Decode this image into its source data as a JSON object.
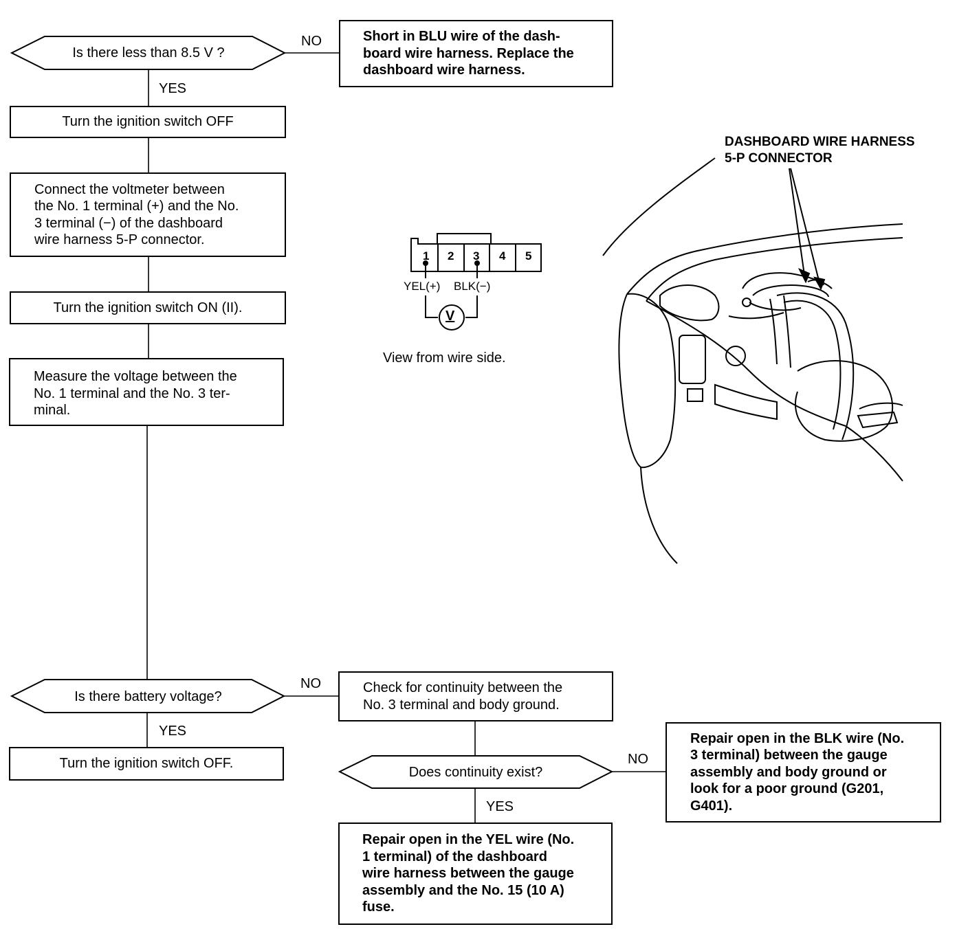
{
  "flowchart": {
    "q1": {
      "text": "Is there less than 8.5 V ?",
      "no_label": "NO",
      "yes_label": "YES"
    },
    "r1": {
      "text": "Short in BLU wire of the dash-\nboard wire harness. Replace the\ndashboard wire harness."
    },
    "s1": {
      "text": "Turn the ignition switch OFF"
    },
    "s2": {
      "text": "Connect the voltmeter between\nthe No. 1 terminal (+) and the No.\n3 terminal (−) of the dashboard\nwire harness 5-P connector."
    },
    "s3": {
      "text": "Turn the ignition switch ON (II)."
    },
    "s4": {
      "text": "Measure the voltage between the\nNo. 1 terminal and the No. 3 ter-\nminal."
    },
    "q2": {
      "text": "Is there battery voltage?",
      "no_label": "NO",
      "yes_label": "YES"
    },
    "s5": {
      "text": "Turn the ignition switch OFF."
    },
    "s6": {
      "text": "Check for continuity between the\nNo. 3 terminal and body ground."
    },
    "q3": {
      "text": "Does continuity exist?",
      "no_label": "NO",
      "yes_label": "YES"
    },
    "r2": {
      "text": "Repair open in the BLK wire (No.\n3 terminal) between the gauge\nassembly and body ground or\nlook for a poor ground (G201,\nG401)."
    },
    "r3": {
      "text": "Repair open in the YEL wire (No.\n1 terminal) of the dashboard\nwire harness between the gauge\nassembly and the No. 15 (10 A)\nfuse."
    }
  },
  "connector": {
    "terminals": [
      "1",
      "2",
      "3",
      "4",
      "5"
    ],
    "wire_pos": "YEL(+)",
    "wire_neg": "BLK(−)",
    "meter": "V",
    "caption": "View from wire side."
  },
  "illustration": {
    "callout": "DASHBOARD WIRE HARNESS\n5-P CONNECTOR"
  }
}
